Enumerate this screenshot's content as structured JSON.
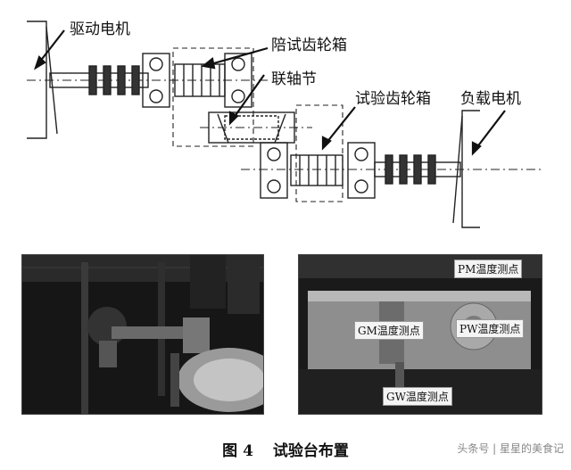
{
  "diagram": {
    "labels": {
      "drive_motor": "驱动电机",
      "companion_gearbox": "陪试齿轮箱",
      "coupling": "联轴节",
      "test_gearbox": "试验齿轮箱",
      "load_motor": "负载电机"
    }
  },
  "photo_right": {
    "tags": {
      "pm": "PM温度测点",
      "gm": "GM温度测点",
      "pw": "PW温度测点",
      "gw": "GW温度测点"
    }
  },
  "caption": {
    "figure_no": "图 4",
    "title": "试验台布置"
  },
  "watermark": "头条号 | 星星的美食记"
}
